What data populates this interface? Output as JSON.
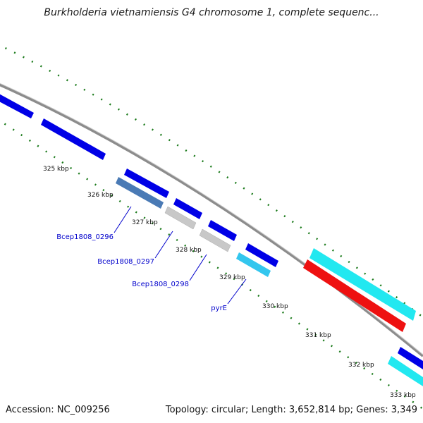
{
  "title": "Burkholderia vietnamiensis G4 chromosome 1, complete sequenc...",
  "footer": {
    "accession": "Accession: NC_009256",
    "topology": "Topology: circular; Length: 3,652,814 bp; Genes: 3,349"
  },
  "scale_labels": [
    "325 kbp",
    "326 kbp",
    "327 kbp",
    "328 kbp",
    "329 kbp",
    "330 kbp",
    "331 kbp",
    "332 kbp",
    "333 kbp"
  ],
  "gene_labels": [
    "Bcep1808_0296",
    "Bcep1808_0297",
    "Bcep1808_0298",
    "pyrE"
  ],
  "colors": {
    "backbone": "#8c8c8c",
    "tick": "#1a7a1a",
    "gene_forward": "#0000e6",
    "gene_steelblue": "#4a7ab5",
    "gene_grey": "#c8c8c8",
    "gene_cyan": "#33c6ee",
    "gene_aqua": "#22e8f0",
    "gene_red": "#ee1111",
    "label": "#0000cc"
  }
}
